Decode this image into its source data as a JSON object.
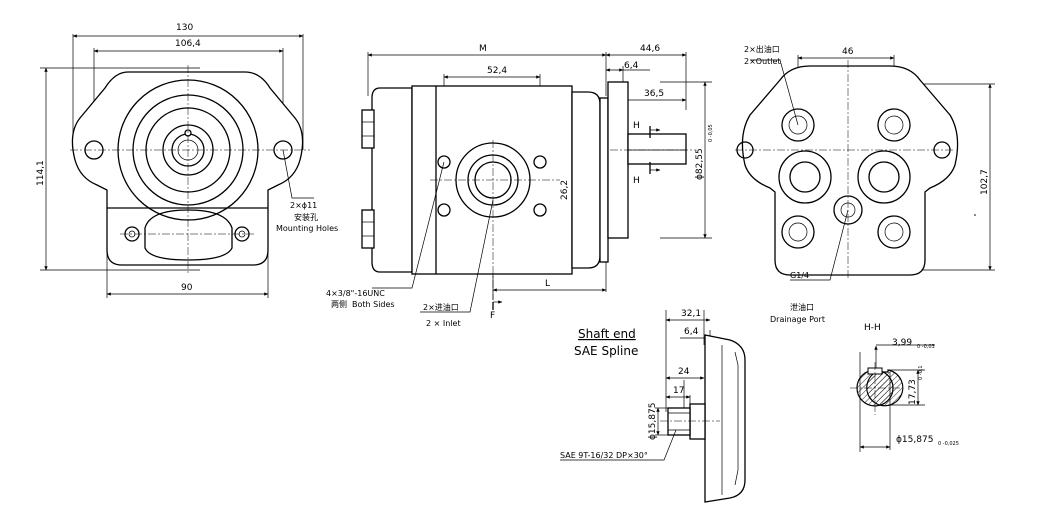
{
  "front_view": {
    "dim_width": "130",
    "dim_bolt_spacing": "106,4",
    "dim_height": "114,1",
    "dim_base": "90",
    "mounting_hole_size": "2×ϕ11",
    "mounting_holes_cn": "安装孔",
    "mounting_holes_en": "Mounting Holes"
  },
  "side_view": {
    "dim_M": "M",
    "dim_port_spacing": "52,4",
    "dim_port_height": "26,2",
    "dim_L": "L",
    "dim_shaft_total": "44,6",
    "dim_flange": "6,4",
    "dim_shaft_len": "36,5",
    "dim_pilot_dia": "ϕ82,55",
    "pilot_tol": "0 -0,05",
    "section_mark": "H",
    "thread_spec": "4×3/8\"-16UNC",
    "both_sides_cn": "两侧",
    "both_sides_en": "Both Sides",
    "inlet_cn": "2×进油口",
    "inlet_en": "2 × Inlet",
    "view_mark": "F"
  },
  "rear_view": {
    "dim_outlet_spacing": "46",
    "dim_height": "102,7",
    "outlet_cn": "2×出油口",
    "outlet_en": "2×Outlet",
    "drain_size": "G1/4",
    "drain_cn": "泄油口",
    "drain_en": "Drainage Port"
  },
  "shaft_end": {
    "title": "Shaft end",
    "subtitle": "SAE Spline",
    "dim_total": "32,1",
    "dim_flange": "6,4",
    "dim_spline_len": "24",
    "dim_short": "17",
    "dim_dia": "ϕ15,875",
    "spline_spec": "SAE 9T-16/32 DP×30°"
  },
  "section_hh": {
    "title": "H-H",
    "dim_key_width": "3,99",
    "key_width_tol": "0 -0,03",
    "dim_key_depth": "17,73",
    "key_depth_tol": "0 -0,1",
    "dim_dia": "ϕ15,875",
    "dia_tol": "0 -0,025"
  }
}
